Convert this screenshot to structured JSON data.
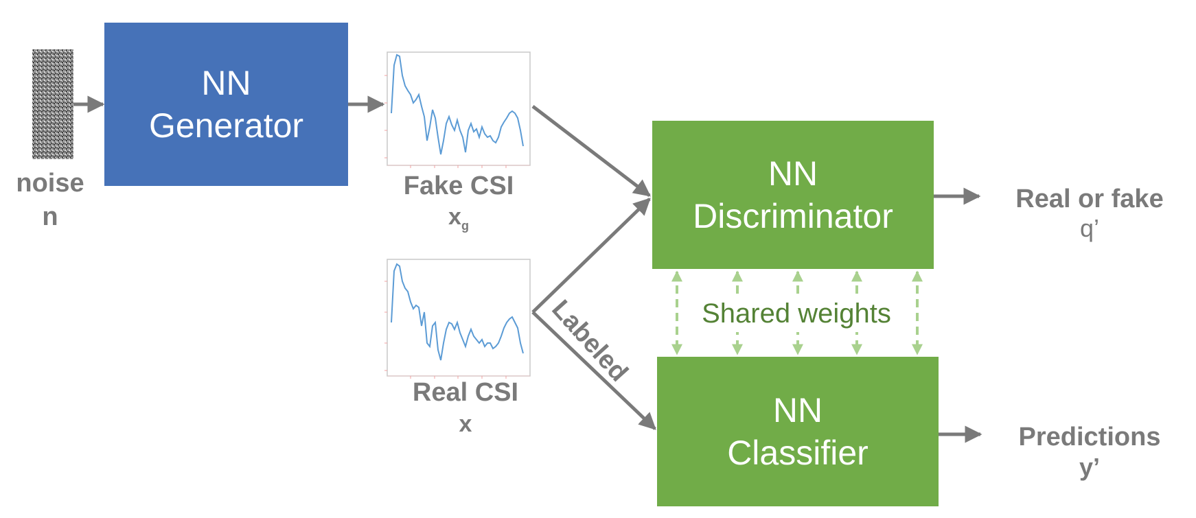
{
  "noise": {
    "label": "noise",
    "symbol": "n"
  },
  "generator": {
    "line1": "NN",
    "line2": "Generator"
  },
  "fake_csi": {
    "label": "Fake CSI",
    "symbol": "x",
    "subscript": "g"
  },
  "real_csi": {
    "label": "Real CSI",
    "symbol": "x"
  },
  "discriminator": {
    "line1": "NN",
    "line2": "Discriminator"
  },
  "classifier": {
    "line1": "NN",
    "line2": "Classifier"
  },
  "shared_weights": "Shared weights",
  "labeled_edge": "Labeled",
  "outputs": {
    "discriminator": {
      "label": "Real or fake",
      "symbol": "q’"
    },
    "classifier": {
      "label": "Predictions",
      "symbol": "y’"
    }
  },
  "colors": {
    "generator_fill": "#4672b8",
    "network_fill": "#71ac48",
    "shared_arrows": "#a9d18e",
    "shared_text": "#548235",
    "arrow": "#7a7a7a",
    "label_text": "#7a7a7a",
    "plot_line": "#5b9bd5"
  },
  "icons": [
    "noise-pattern-icon",
    "csi-plot-icon"
  ]
}
